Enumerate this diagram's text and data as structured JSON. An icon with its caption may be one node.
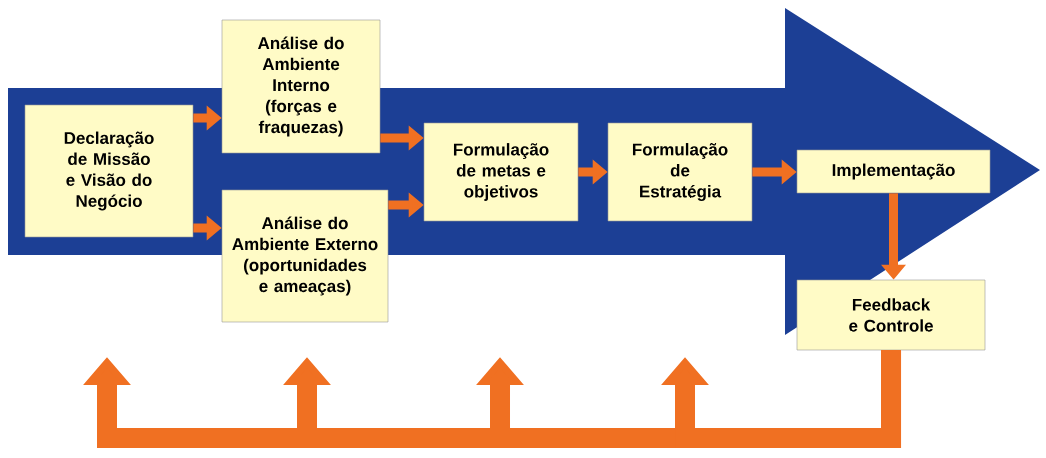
{
  "diagram": {
    "nodes": [
      {
        "text": [
          "Declaração de Missão e Visão do Negócio"
        ]
      },
      {
        "text": [
          "Análise do Ambiente Interno (forças e fraquezas)"
        ]
      },
      {
        "text": [
          "Análise do Ambiente Externo (oportunidades e ameaças)"
        ]
      },
      {
        "text": [
          "Formulação de metas e objetivos"
        ]
      },
      {
        "text": [
          "Formulação de Estratégia"
        ]
      },
      {
        "text": [
          "Implementação"
        ]
      },
      {
        "text": [
          "Feedback e Controle"
        ]
      }
    ],
    "edges": [
      {
        "from": 0,
        "to": 1,
        "arrow": "to"
      },
      {
        "from": 0,
        "to": 2,
        "arrow": "to"
      },
      {
        "from": 1,
        "to": 3,
        "arrow": "to"
      },
      {
        "from": 2,
        "to": 3,
        "arrow": "to"
      },
      {
        "from": 3,
        "to": 4,
        "arrow": "to"
      },
      {
        "from": 4,
        "to": 5,
        "arrow": "to"
      },
      {
        "from": 5,
        "to": 6,
        "arrow": "to"
      },
      {
        "from": 6,
        "to": null,
        "arrow": "to",
        "style": "thick"
      },
      {
        "from": 6,
        "to": null,
        "arrow": "to",
        "style": "thick"
      },
      {
        "from": 6,
        "to": null,
        "arrow": "to",
        "style": "thick"
      },
      {
        "from": 6,
        "to": null,
        "arrow": "to",
        "style": "thick"
      }
    ]
  }
}
